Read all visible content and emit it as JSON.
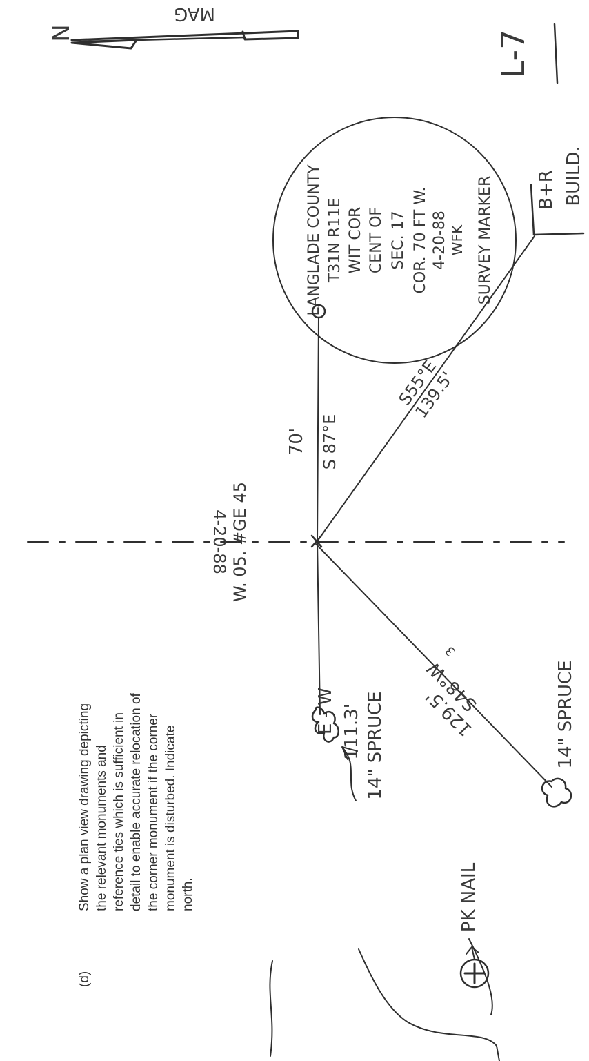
{
  "instruction": {
    "label": "(d)",
    "lines": [
      "Show a plan view drawing depicting",
      "the relevant monuments and",
      "reference ties which is sufficient in",
      "detail to enable accurate relocation of",
      "the corner monument if the corner",
      "monument is disturbed. Indicate",
      "north."
    ]
  },
  "sheet_id": "L-7",
  "north_arrow": {
    "n_label": "N",
    "mag_label": "MAG"
  },
  "marker_disk": {
    "lines": [
      "LANGLADE COUNTY",
      "T31N R11E",
      "WIT COR",
      "CENT OF",
      "SEC. 17",
      "COR. 70 FT W.",
      "4-20-88",
      "WFK",
      "SURVEY MARKER"
    ]
  },
  "corner_note": {
    "line1": "4-20-88",
    "line2": "W. 05. #GE 45"
  },
  "ties": {
    "east_line": {
      "distance": "70'",
      "bearing": "S 87°E"
    },
    "ne_line": {
      "bearing": "S55°E",
      "distance": "139.5'"
    },
    "sw_line": {
      "bearing": "S48°W",
      "distance": "129.5'",
      "bearing_minutes": "3"
    },
    "west_line": {
      "bearing": "E - W",
      "distance": "111.3'",
      "object": "14\" SPRUCE"
    },
    "sw_object": "14\" SPRUCE",
    "building": {
      "line1": "B+R",
      "line2": "BUILD."
    }
  },
  "pk_nail": "PK NAIL",
  "colors": {
    "ink": "#2f2f2f",
    "paper": "#ffffff"
  }
}
